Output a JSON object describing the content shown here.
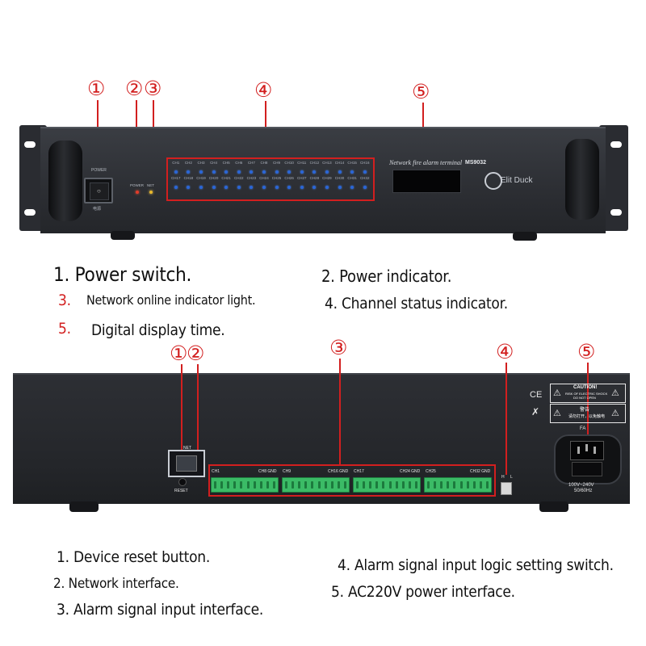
{
  "front": {
    "callouts": [
      "①",
      "②",
      "③",
      "④",
      "⑤"
    ],
    "power_label": "POWER",
    "power_sub": "电源",
    "led_labels": [
      "POWER",
      "NET"
    ],
    "channels_row1": [
      "CH1",
      "CH2",
      "CH3",
      "CH4",
      "CH5",
      "CH6",
      "CH7",
      "CH8",
      "CH9",
      "CH10",
      "CH11",
      "CH12",
      "CH13",
      "CH14",
      "CH15",
      "CH16"
    ],
    "channels_row2": [
      "CH17",
      "CH18",
      "CH19",
      "CH20",
      "CH21",
      "CH22",
      "CH23",
      "CH24",
      "CH25",
      "CH26",
      "CH27",
      "CH28",
      "CH29",
      "CH30",
      "CH31",
      "CH32"
    ],
    "device_title": "Network fire alarm terminal",
    "model": "MS9032",
    "logo_text": "Elit Duck"
  },
  "front_captions": {
    "c1": "1. Power switch.",
    "c2": "2. Power indicator.",
    "c3_num": "3.",
    "c3": "Network online indicator light.",
    "c4": "4. Channel status indicator.",
    "c5_num": "5.",
    "c5": "Digital display time."
  },
  "back": {
    "callouts": [
      "①",
      "②",
      "③",
      "④",
      "⑤"
    ],
    "net_label": "NET",
    "reset_label": "RESET",
    "terminal_labels": [
      {
        "left": "CH1",
        "right": "CH8 GND"
      },
      {
        "left": "CH9",
        "right": "CH16 GND"
      },
      {
        "left": "CH17",
        "right": "CH24 GND"
      },
      {
        "left": "CH25",
        "right": "CH32 GND"
      }
    ],
    "switch_labels": [
      "H",
      "L"
    ],
    "caution_title": "CAUTION!",
    "caution_line1": "RISK OF ELECTRIC SHOCK",
    "caution_line2": "DO NOT OPEN",
    "warning_title": "警告",
    "warning_line": "请勿打开，以免触电",
    "ce_mark": "CE",
    "fuse_label": "FA",
    "power_rating": "100V~240V",
    "power_freq": "50/60Hz"
  },
  "back_captions": {
    "c1": "1. Device reset button.",
    "c2": "2. Network interface.",
    "c3": "3. Alarm signal input interface.",
    "c4": "4. Alarm signal input logic setting switch.",
    "c5": "5. AC220V power interface."
  }
}
